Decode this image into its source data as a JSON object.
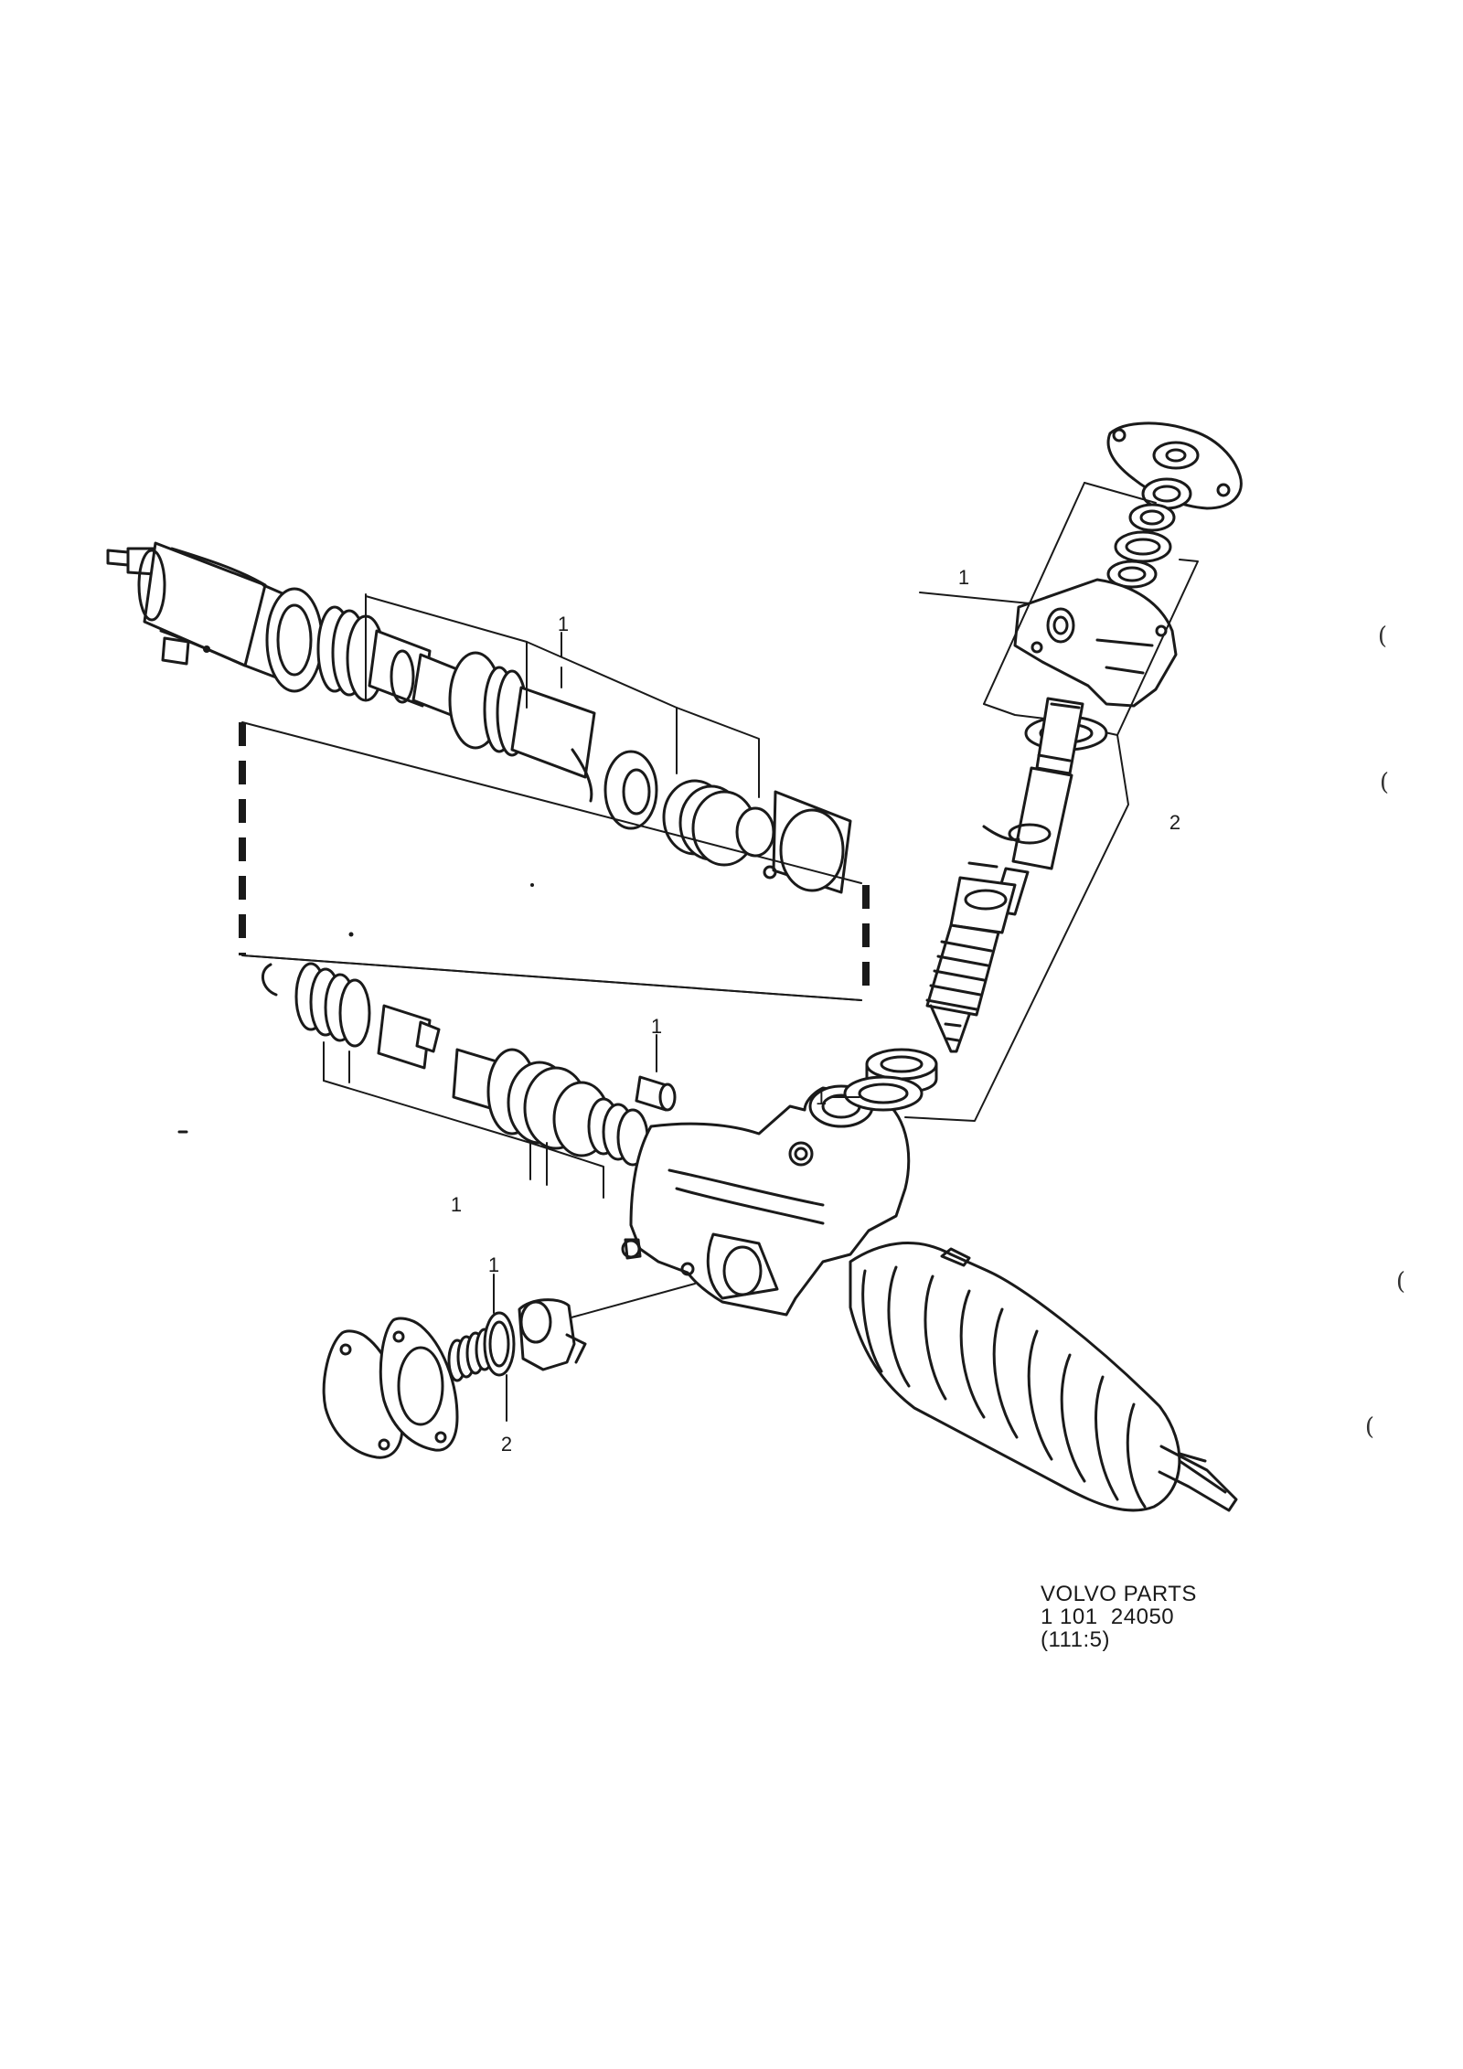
{
  "callouts": {
    "valve_sleeve_kit": "1",
    "rack_seal_kit": "1",
    "pinion_housing_kit": "1",
    "pinion_seal_kit": "2",
    "bushing": "1",
    "pinion_bearing": "1",
    "yoke_seal": "1",
    "yoke_gasket": "2"
  },
  "footer": {
    "line1": "VOLVO PARTS",
    "line2": "1 101  24050",
    "line3": "(111:5)"
  },
  "margin_marks": [
    "(",
    "(",
    "(",
    "("
  ]
}
